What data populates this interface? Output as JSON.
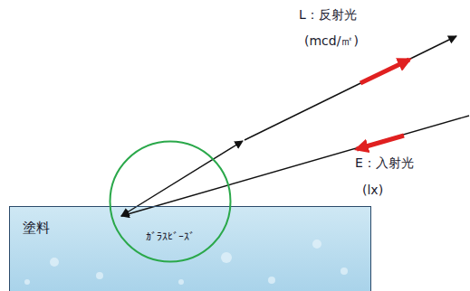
{
  "diagram": {
    "nodes": [
      {
        "text": [
          "塗料"
        ]
      },
      {
        "text": [
          "ｶﾞﾗｽﾋﾞｰｽﾞ"
        ]
      }
    ],
    "labels": [
      "L：反射光",
      "(mcd/㎡)",
      "E：入射光",
      "(lx)"
    ]
  }
}
